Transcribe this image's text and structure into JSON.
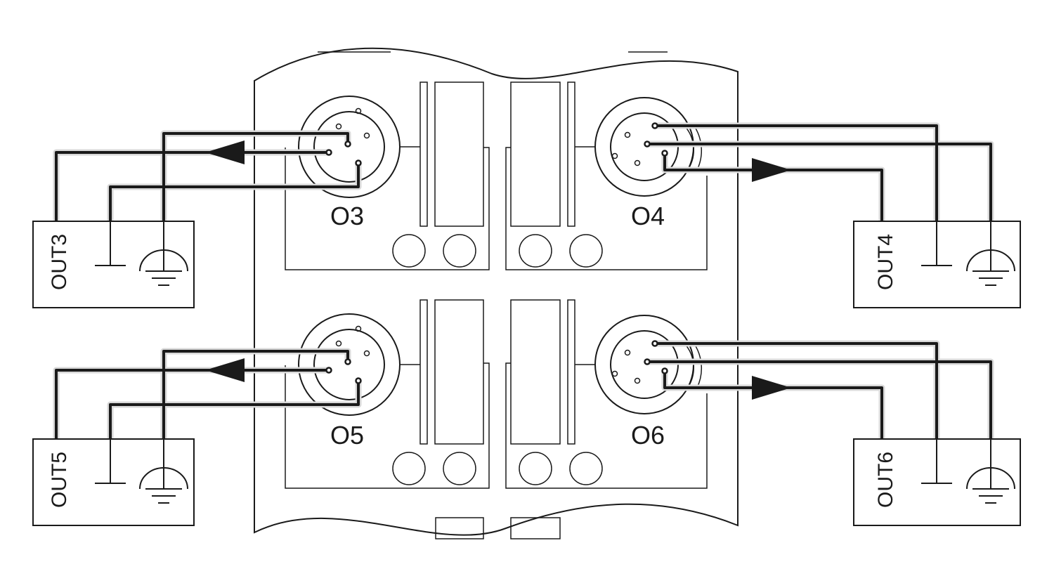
{
  "connectors": [
    {
      "id": "o3",
      "label": "O3"
    },
    {
      "id": "o4",
      "label": "O4"
    },
    {
      "id": "o5",
      "label": "O5"
    },
    {
      "id": "o6",
      "label": "O6"
    }
  ],
  "loads": [
    {
      "id": "out3",
      "label": "OUT3"
    },
    {
      "id": "out4",
      "label": "OUT4"
    },
    {
      "id": "out5",
      "label": "OUT5"
    },
    {
      "id": "out6",
      "label": "OUT6"
    }
  ],
  "symbols": {
    "ground": "ground-icon",
    "protective_earth": "protective-earth-icon",
    "signal_arrow": "arrow-icon"
  },
  "colors": {
    "line": "#1a1a1a",
    "background": "#ffffff"
  }
}
